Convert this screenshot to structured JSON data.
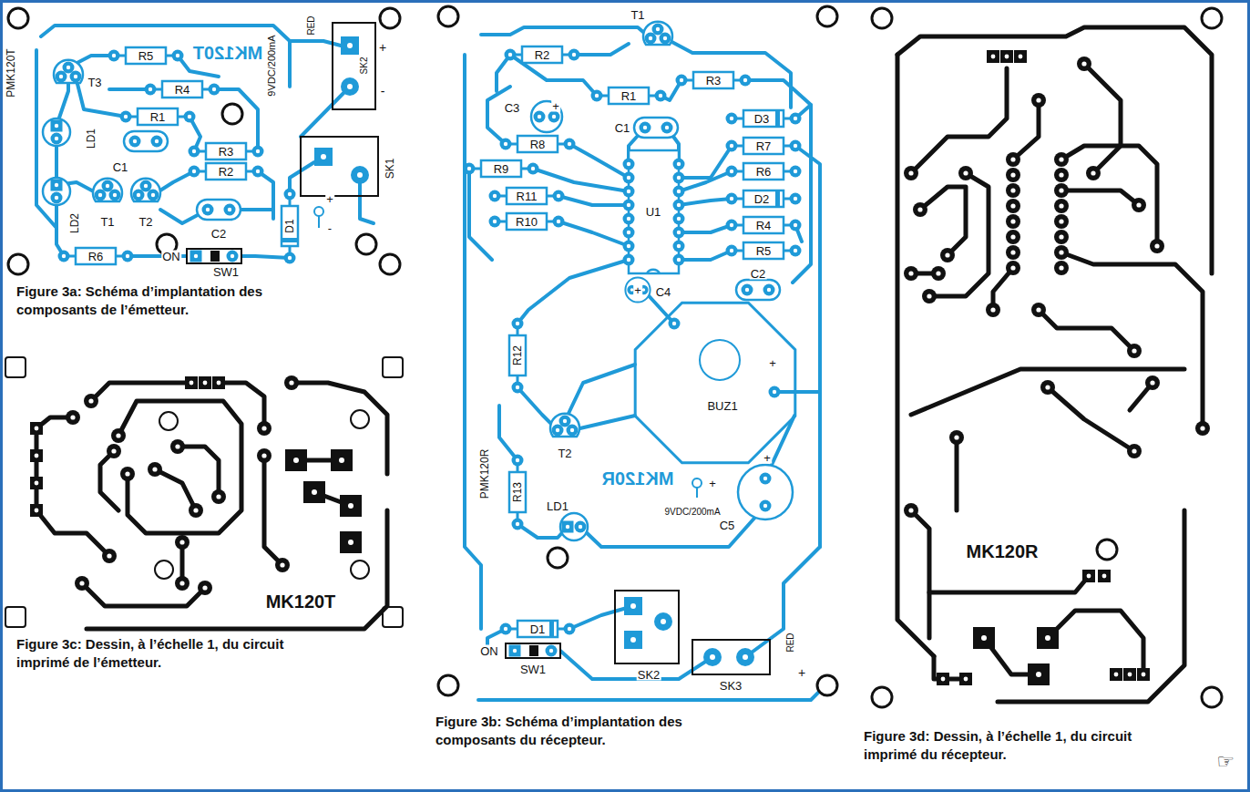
{
  "diagram": {
    "labels": [
      "R5",
      "MK120T",
      "PMK120T",
      "T3",
      "R4",
      "R1",
      "LD1",
      "C1",
      "R3",
      "R2",
      "T1",
      "T2",
      "LD2",
      "C2",
      "R6",
      "ON",
      "SW1",
      "D1",
      "9VDC/200mA",
      "RED",
      "+",
      "-",
      "SK2",
      "SK1",
      "+",
      "-",
      "Figure 3a: Schéma d’implantation des composants de l’émetteur.",
      "MK120T",
      "Figure 3c: Dessin, à l’échelle 1, du circuit imprimé de l’émetteur.",
      "T1",
      "R2",
      "R1",
      "R3",
      "C3",
      "+",
      "C1",
      "D3",
      "R8",
      "R7",
      "R9",
      "R6",
      "R11",
      "U1",
      "D2",
      "R10",
      "R4",
      "R5",
      "+",
      "C4",
      "C2",
      "R12",
      "BUZ1",
      "+",
      "T2",
      "PMK120R",
      "MK120R",
      "+",
      "R13",
      "LD1",
      "9VDC/200mA",
      "C5",
      "+",
      "D1",
      "ON",
      "SW1",
      "SK2",
      "SK3",
      "RED",
      "+",
      "Figure 3b: Schéma d’implantation des composants du récepteur.",
      "MK120R",
      "Figure 3d: Dessin, à l’échelle 1, du circuit imprimé du récepteur.",
      "☞"
    ]
  }
}
